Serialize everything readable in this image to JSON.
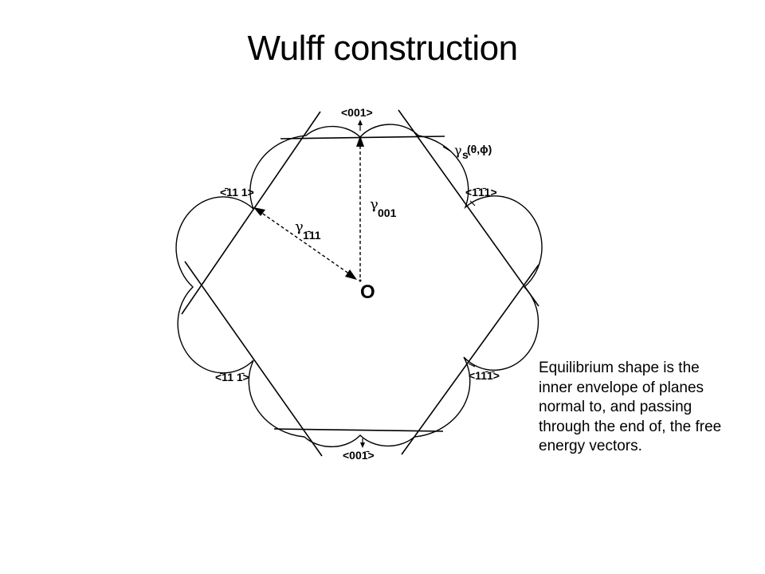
{
  "slide": {
    "title": "Wulff construction",
    "caption": "Equilibrium shape is the inner envelope of planes normal to, and passing through the end of, the free energy vectors."
  },
  "diagram": {
    "origin_label": "O",
    "directions": [
      {
        "id": "001",
        "label": "<001>"
      },
      {
        "id": "1-11",
        "label": "<1̄1̄1>"
      },
      {
        "id": "-111",
        "label": "<̄11 1>"
      },
      {
        "id": "-11-1",
        "label": "<̄11 1̄>"
      },
      {
        "id": "1-1-1",
        "label": "<11̄1̄>"
      },
      {
        "id": "00-1",
        "label": "<001̄>"
      }
    ],
    "vectors": [
      {
        "id": "gamma-001",
        "symbol": "γ",
        "subscript": "001"
      },
      {
        "id": "gamma-111",
        "symbol": "γ",
        "subscript": "1̄11"
      }
    ],
    "surface_energy_label": {
      "symbol": "γ",
      "subscript": "s",
      "args": "(θ,ϕ)"
    }
  }
}
